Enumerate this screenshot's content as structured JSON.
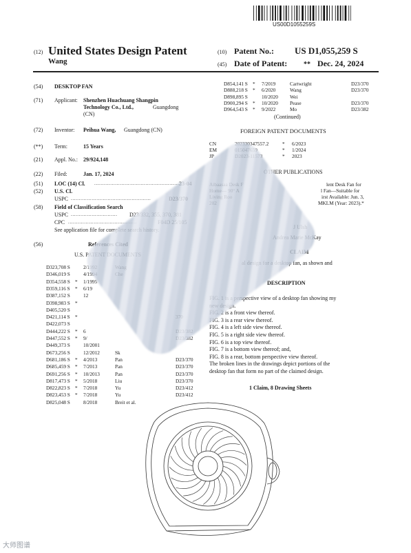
{
  "barcode_number": "US00D1055259S",
  "header": {
    "code_12": "(12)",
    "title": "United States Design Patent",
    "inventor_surname": "Wang",
    "code_10": "(10)",
    "patent_no_label": "Patent No.:",
    "patent_no": "US D1,055,259 S",
    "code_45": "(45)",
    "date_label": "Date of Patent:",
    "date_marker": "**",
    "date": "Dec. 24, 2024"
  },
  "biblio": {
    "f54_code": "(54)",
    "f54_value": "DESKTOP FAN",
    "f71_code": "(71)",
    "f71_label": "Applicant:",
    "f71_l1": "Shenzhen Huachuang Shangpin",
    "f71_l2": "Technology Co., Ltd.,",
    "f71_l2b": "Guangdong",
    "f71_l3": "(CN)",
    "f72_code": "(72)",
    "f72_label": "Inventor:",
    "f72_name": "Peihua Wang,",
    "f72_loc": "Guangdong (CN)",
    "term_code": "(**)",
    "term_label": "Term:",
    "term_value": "15 Years",
    "f21_code": "(21)",
    "f21_label": "Appl. No.:",
    "f21_value": "29/924,148",
    "f22_code": "(22)",
    "f22_label": "Filed:",
    "f22_value": "Jan. 17, 2024",
    "f51_code": "(51)",
    "f51_label": "LOC (14) Cl.",
    "f51_value": "23-04",
    "f52_code": "(52)",
    "f52_label": "U.S. Cl.",
    "uspc_label": "USPC",
    "uspc_value": "D23/370",
    "f58_code": "(58)",
    "f58_label": "Field of Classification Search",
    "f58_uspc_label": "USPC",
    "f58_uspc_value": "D23/332, 355, 370, 381",
    "f58_cpc_label": "CPC",
    "f58_cpc_value": "F04D 25/105",
    "f58_note": "See application file for complete search history.",
    "f56_code": "(56)",
    "f56_title": "References Cited",
    "us_docs_title": "U.S. PATENT DOCUMENTS"
  },
  "us_refs": [
    {
      "num": "D323,708 S",
      "star": "",
      "date": "2/1992",
      "name": "Wang",
      "cls": ""
    },
    {
      "num": "D346,019 S",
      "star": "",
      "date": "4/1994",
      "name": "Che",
      "cls": ""
    },
    {
      "num": "D354,558 S",
      "star": "*",
      "date": "1/1995",
      "name": "",
      "cls": ""
    },
    {
      "num": "D359,116 S",
      "star": "*",
      "date": "6/19",
      "name": "",
      "cls": ""
    },
    {
      "num": "D387,152 S",
      "star": "",
      "date": "12",
      "name": "",
      "cls": ""
    },
    {
      "num": "D398,983 S",
      "star": "*",
      "date": "",
      "name": "",
      "cls": ""
    },
    {
      "num": "D405,520 S",
      "star": "",
      "date": "",
      "name": "",
      "cls": ""
    },
    {
      "num": "D421,114 S",
      "star": "*",
      "date": "",
      "name": "",
      "cls": "370"
    },
    {
      "num": "D422,073 S",
      "star": "",
      "date": "",
      "name": "",
      "cls": ""
    },
    {
      "num": "D444,222 S",
      "star": "*",
      "date": "6",
      "name": "",
      "cls": "D23/382"
    },
    {
      "num": "D447,552 S",
      "star": "*",
      "date": "9/",
      "name": "",
      "cls": "D23/382"
    },
    {
      "num": "D449,373 S",
      "star": "",
      "date": "10/2001",
      "name": "",
      "cls": ""
    },
    {
      "num": "D673,256 S",
      "star": "",
      "date": "12/2012",
      "name": "Sk",
      "cls": ""
    },
    {
      "num": "D681,186 S",
      "star": "*",
      "date": "4/2013",
      "name": "Pan",
      "cls": "D23/370"
    },
    {
      "num": "D685,459 S",
      "star": "*",
      "date": "7/2013",
      "name": "Pan",
      "cls": "D23/370"
    },
    {
      "num": "D691,256 S",
      "star": "*",
      "date": "10/2013",
      "name": "Pan",
      "cls": "D23/370"
    },
    {
      "num": "D817,473 S",
      "star": "*",
      "date": "5/2018",
      "name": "Liu",
      "cls": "D23/370"
    },
    {
      "num": "D822,823 S",
      "star": "*",
      "date": "7/2018",
      "name": "Yu",
      "cls": "D23/412"
    },
    {
      "num": "D823,453 S",
      "star": "*",
      "date": "7/2018",
      "name": "Yu",
      "cls": "D23/412"
    },
    {
      "num": "D825,048 S",
      "star": "",
      "date": "8/2018",
      "name": "Breit et al.",
      "cls": ""
    }
  ],
  "right_refs": [
    {
      "num": "D854,141 S",
      "star": "*",
      "date": "7/2019",
      "name": "Cartwright",
      "cls": "D23/370"
    },
    {
      "num": "D888,218 S",
      "star": "*",
      "date": "6/2020",
      "name": "Wang",
      "cls": "D23/370"
    },
    {
      "num": "D898,895 S",
      "star": "",
      "date": "10/2020",
      "name": "Wei",
      "cls": ""
    },
    {
      "num": "D900,294 S",
      "star": "*",
      "date": "10/2020",
      "name": "Pease",
      "cls": "D23/370"
    },
    {
      "num": "D964,543 S",
      "star": "*",
      "date": "9/2022",
      "name": "Mo",
      "cls": "D23/382"
    }
  ],
  "right_col": {
    "continued": "(Continued)",
    "foreign_title": "FOREIGN PATENT DOCUMENTS",
    "foreign": [
      {
        "cc": "CN",
        "num": "202330347557.2",
        "star": "*",
        "date": "6/2023"
      },
      {
        "cc": "EM",
        "num": "015047659",
        "star": "*",
        "date": "1/2024"
      },
      {
        "cc": "JP",
        "num": "D2023-11573",
        "star": "*",
        "date": "2023"
      }
    ],
    "other_title": "OTHER PUBLICATIONS",
    "other_l1_a": "Aibaasaa Desk F",
    "other_l1_b": "lent Desk Fan for",
    "other_l2_a": "Home— 90° A",
    "other_l2_b": "l Fan—Suitable for",
    "other_l3_a": "Living Roo",
    "other_l3_b": "irst Available: Jun. 3,",
    "other_l4_a": "202",
    "other_l4_b": "MKLM (Year: 2023).*",
    "examiner_frag": "J Ulsh",
    "attorney_frag": "Andrea Marie McKay",
    "claim_title": "CLAIM",
    "claim_frag": "al design for a desktop fan, as shown and",
    "desc_title": "DESCRIPTION",
    "desc": [
      "FIG. 1 is a perspective view of a desktop fan showing my",
      "new design.",
      "FIG. 2 is a front view thereof.",
      "FIG. 3 is a rear view thereof.",
      "FIG. 4 is a left side view thereof.",
      "FIG. 5 is a right side view thereof.",
      "FIG. 6 is a top view thereof.",
      "FIG. 7 is a bottom view thereof; and,",
      "FIG. 8 is a rear, bottom perspective view thereof.",
      "The broken lines in the drawings depict portions of the",
      "desktop fan that form no part of the claimed design."
    ],
    "claims_summary": "1 Claim, 8 Drawing Sheets"
  },
  "watermark": "大师图谱"
}
